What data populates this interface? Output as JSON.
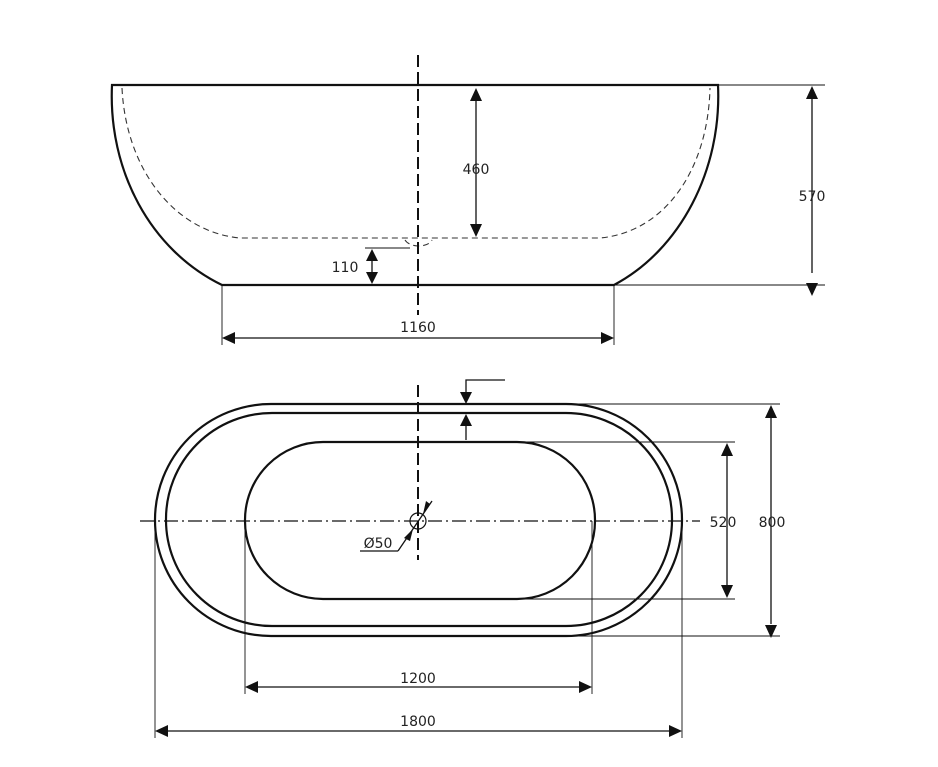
{
  "diagram": {
    "side_view": {
      "dimensions": {
        "inner_depth": "460",
        "overall_height": "570",
        "drain_height": "110",
        "base_width": "1160"
      }
    },
    "top_view": {
      "dimensions": {
        "inner_width": "520",
        "overall_width": "800",
        "drain_diameter": "Ø50",
        "inner_length": "1200",
        "overall_length": "1800"
      }
    }
  }
}
